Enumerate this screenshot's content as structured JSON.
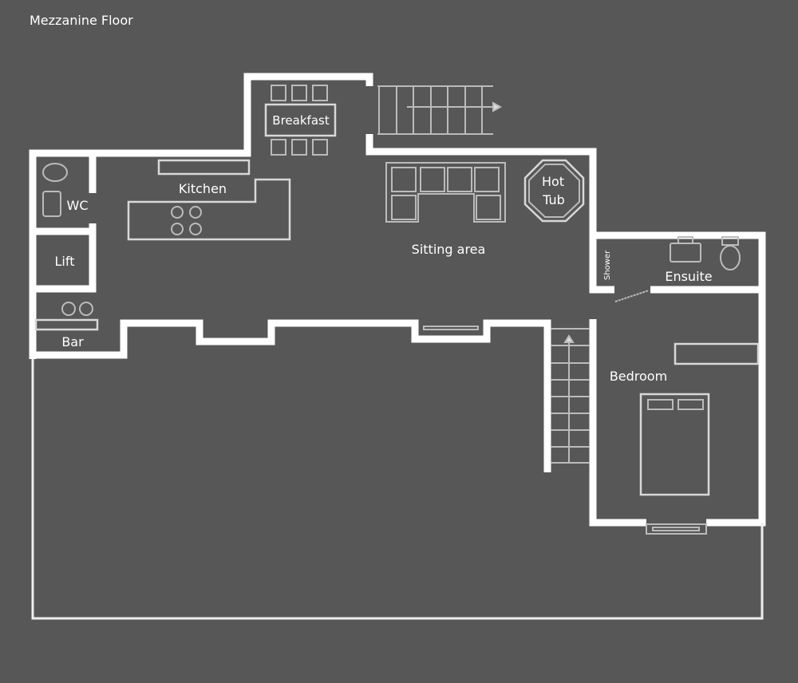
{
  "title": "Mezzanine Floor",
  "rooms": {
    "breakfast": "Breakfast",
    "kitchen": "Kitchen",
    "wc": "WC",
    "lift": "Lift",
    "bar": "Bar",
    "sitting_area": "Sitting area",
    "hot_tub_line1": "Hot",
    "hot_tub_line2": "Tub",
    "shower": "Shower",
    "ensuite": "Ensuite",
    "bedroom": "Bedroom"
  },
  "colors": {
    "background": "#575757",
    "walls": "#ffffff"
  }
}
